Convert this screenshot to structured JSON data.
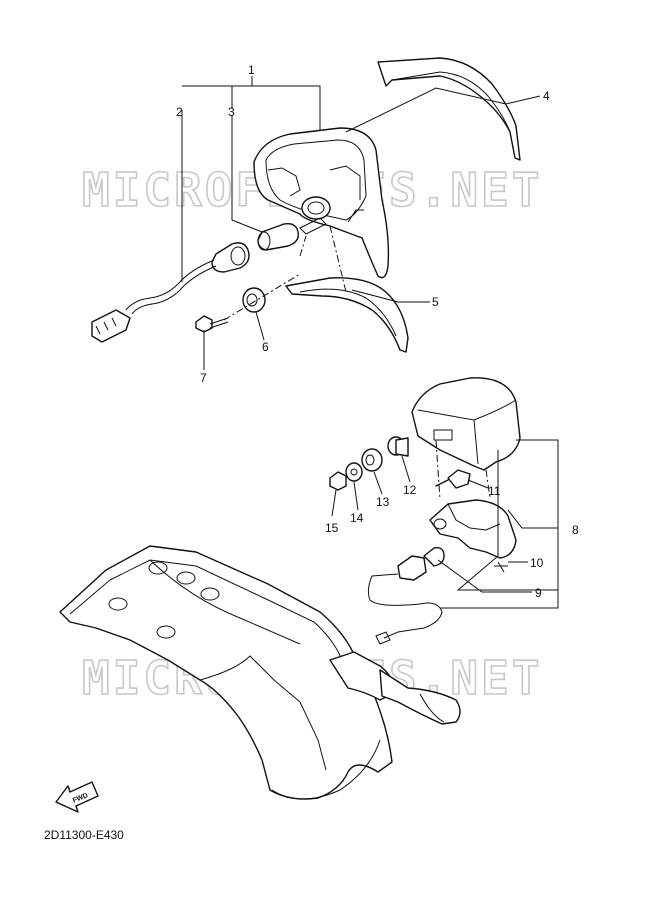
{
  "watermark": "MICROFICHES.NET",
  "diagram_code": "2D11300-E430",
  "fwd_label": "FWD",
  "callouts": [
    {
      "id": "1",
      "label": "1"
    },
    {
      "id": "2",
      "label": "2"
    },
    {
      "id": "3",
      "label": "3"
    },
    {
      "id": "4",
      "label": "4"
    },
    {
      "id": "5",
      "label": "5"
    },
    {
      "id": "6",
      "label": "6"
    },
    {
      "id": "7",
      "label": "7"
    },
    {
      "id": "8",
      "label": "8"
    },
    {
      "id": "9",
      "label": "9"
    },
    {
      "id": "10",
      "label": "10"
    },
    {
      "id": "11",
      "label": "11"
    },
    {
      "id": "12",
      "label": "12"
    },
    {
      "id": "13",
      "label": "13"
    },
    {
      "id": "14",
      "label": "14"
    },
    {
      "id": "15",
      "label": "15"
    }
  ],
  "colors": {
    "line": "#111111",
    "watermark": "#c8c8c8",
    "background": "#ffffff"
  }
}
